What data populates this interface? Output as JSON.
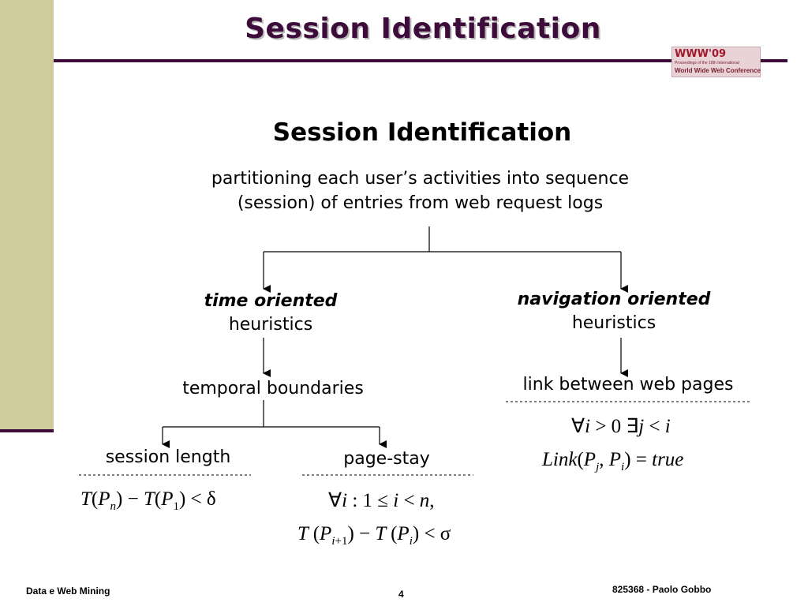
{
  "slide": {
    "title": "Session Identification",
    "logo": {
      "line1": "WWW'09",
      "line2": "Proceedings of the 18th International",
      "line3": "World Wide Web Conference"
    }
  },
  "diagram": {
    "heading": "Session Identification",
    "description_line1": "partitioning each user’s activities into sequence",
    "description_line2": "(session) of entries from web request logs",
    "left_branch": {
      "title": "time oriented",
      "subtitle": "heuristics",
      "child": "temporal boundaries"
    },
    "right_branch": {
      "title": "navigation oriented",
      "subtitle": "heuristics",
      "child": "link between web pages"
    },
    "leaf_left": "session length",
    "leaf_right": "page-stay"
  },
  "formulas": {
    "session_length": "T(Pn) − T(P1) < δ",
    "page_stay_line1": "∀i : 1 ≤ i < n,",
    "page_stay_line2": "T(Pi+1) − T(Pi) < σ",
    "link_line1": "∀i > 0 ∃j < i",
    "link_line2": "Link(Pj, Pi) = true"
  },
  "footer": {
    "left": "Data e Web Mining",
    "page": "4",
    "right": "825368 - Paolo Gobbo"
  },
  "colors": {
    "accent": "#3d0c3a",
    "sidebar": "#cfcb9b",
    "logo_red": "#a0182c"
  }
}
